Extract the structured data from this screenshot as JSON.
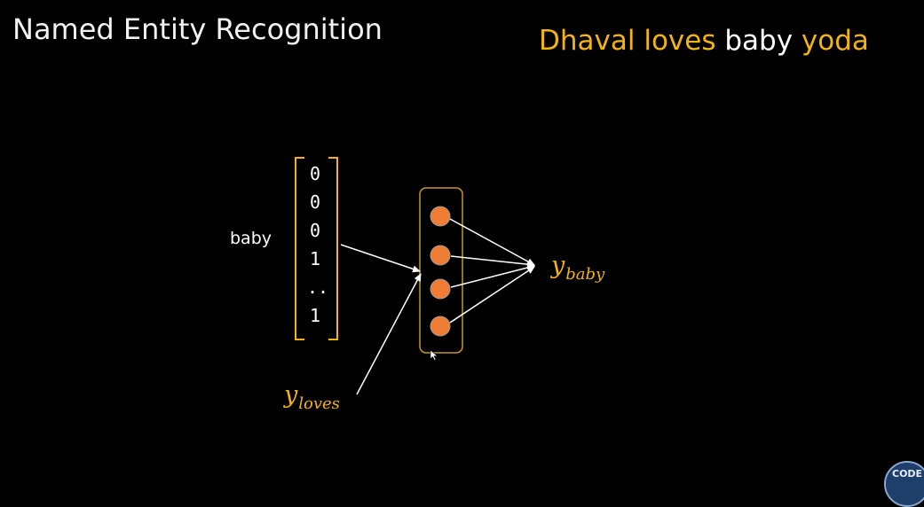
{
  "slide": {
    "title": "Named Entity Recognition"
  },
  "sentence": {
    "words": [
      {
        "text": "Dhaval",
        "entity": true
      },
      {
        "text": " loves ",
        "entity": true
      },
      {
        "text": "baby",
        "entity": false
      },
      {
        "text": " yoda",
        "entity": true
      }
    ]
  },
  "diagram": {
    "input_word": "baby",
    "vector": [
      "0",
      "0",
      "0",
      "1",
      "..",
      "1"
    ],
    "neuron_count": 4,
    "output_label": {
      "main": "y",
      "sub": "baby"
    },
    "prev_label": {
      "main": "y",
      "sub": "loves"
    }
  },
  "badge": {
    "text": "CODE"
  },
  "colors": {
    "background": "#000000",
    "entity": "#f2b313",
    "bracket": "#f2b313",
    "neuron": "#f07d33",
    "arrow": "#ffffff",
    "box_border": "#c8961e"
  }
}
